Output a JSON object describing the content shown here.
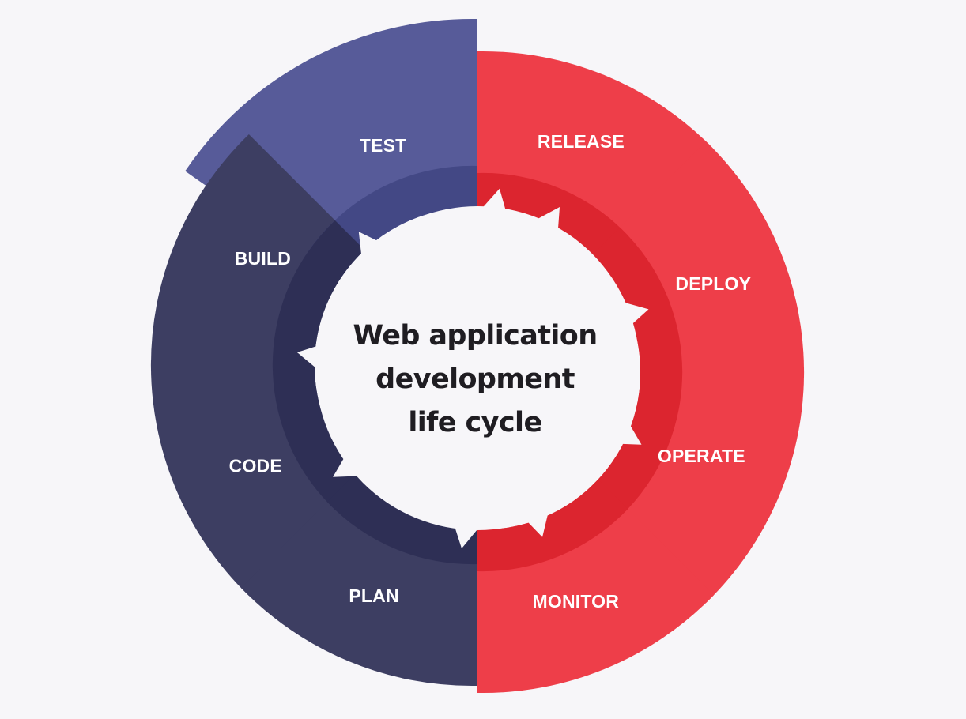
{
  "diagram": {
    "center_title": [
      "Web application",
      "development",
      "life cycle"
    ],
    "stages": [
      {
        "id": "test",
        "label": "TEST",
        "side": "left",
        "color": "#575b99",
        "inner_color": "#434885"
      },
      {
        "id": "release",
        "label": "RELEASE",
        "side": "right",
        "color": "#ee3e49",
        "inner_color": "#dc252f"
      },
      {
        "id": "build",
        "label": "BUILD",
        "side": "left",
        "color": "#3d3e62",
        "inner_color": "#2e2f55"
      },
      {
        "id": "deploy",
        "label": "DEPLOY",
        "side": "right",
        "color": "#ee3e49",
        "inner_color": "#dc252f"
      },
      {
        "id": "code",
        "label": "CODE",
        "side": "left",
        "color": "#3d3e62",
        "inner_color": "#2e2f55"
      },
      {
        "id": "operate",
        "label": "OPERATE",
        "side": "right",
        "color": "#ee3e49",
        "inner_color": "#dc252f"
      },
      {
        "id": "plan",
        "label": "PLAN",
        "side": "left",
        "color": "#3d3e62",
        "inner_color": "#2e2f55"
      },
      {
        "id": "monitor",
        "label": "MONITOR",
        "side": "right",
        "color": "#ee3e49",
        "inner_color": "#dc252f"
      }
    ]
  }
}
